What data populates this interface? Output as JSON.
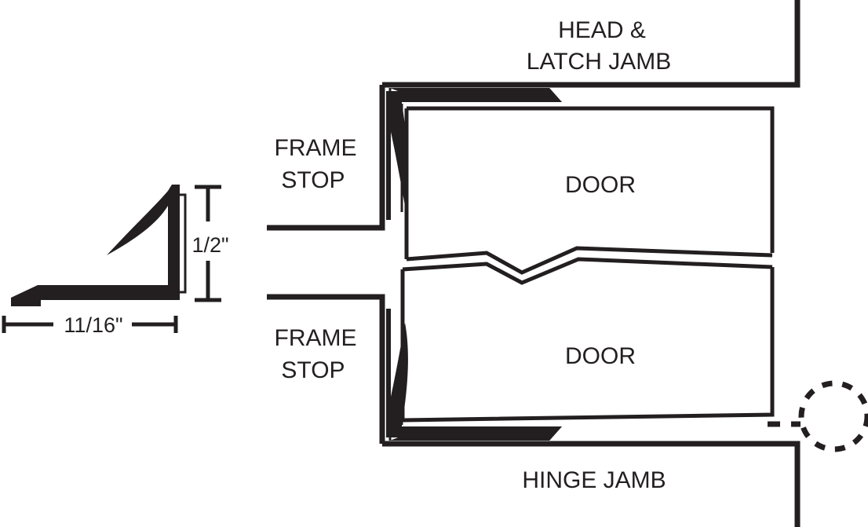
{
  "drawing": {
    "title_top": "HEAD &",
    "title_top_line2": "LATCH JAMB",
    "title_bottom": "HINGE JAMB",
    "label_door_upper": "DOOR",
    "label_door_lower": "DOOR",
    "label_frame_stop_upper_line1": "FRAME",
    "label_frame_stop_upper_line2": "STOP",
    "label_frame_stop_lower_line1": "FRAME",
    "label_frame_stop_lower_line2": "STOP",
    "ink_color": "#231f20",
    "background_color": "#ffffff"
  },
  "profile_detail": {
    "dimension_height": "1/2\"",
    "dimension_width": "11/16\""
  }
}
